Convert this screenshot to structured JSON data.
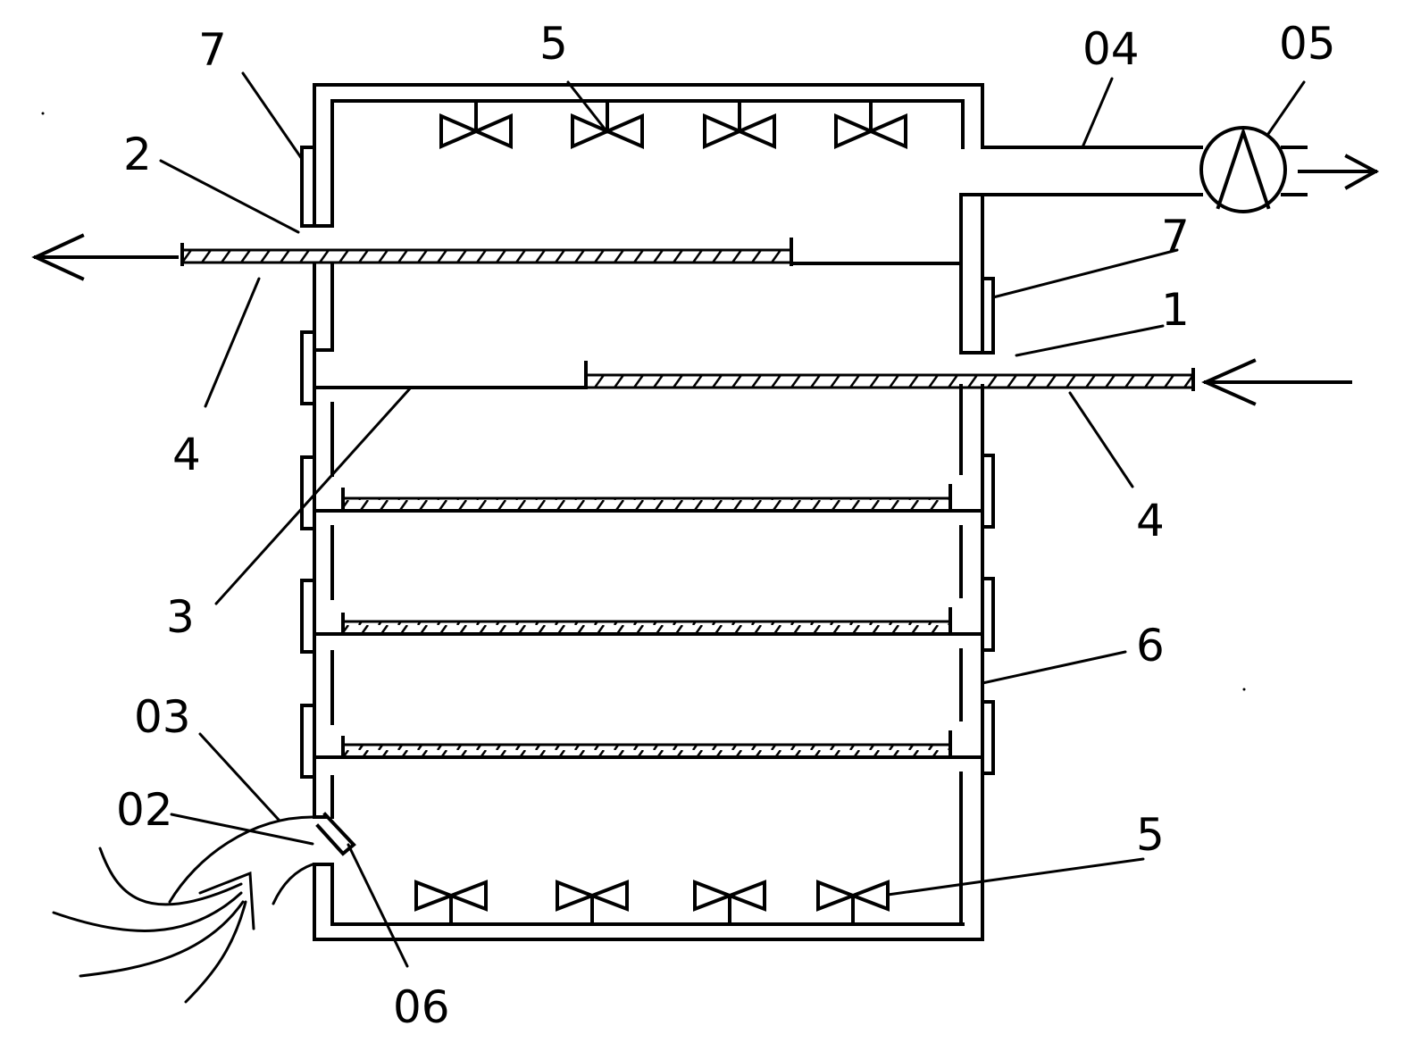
{
  "labels": {
    "n7_top": "7",
    "n5_top": "5",
    "n04": "04",
    "n05": "05",
    "n2": "2",
    "n7_right": "7",
    "n1": "1",
    "n4_left": "4",
    "n4_right": "4",
    "n3": "3",
    "n6": "6",
    "n03": "03",
    "n02": "02",
    "n5_bottom": "5",
    "n06": "06"
  },
  "icons": {
    "fan": "bowtie-fan-icon",
    "pump": "circle-triangle-pump-icon",
    "arrow": "open-arrowhead-icon"
  }
}
